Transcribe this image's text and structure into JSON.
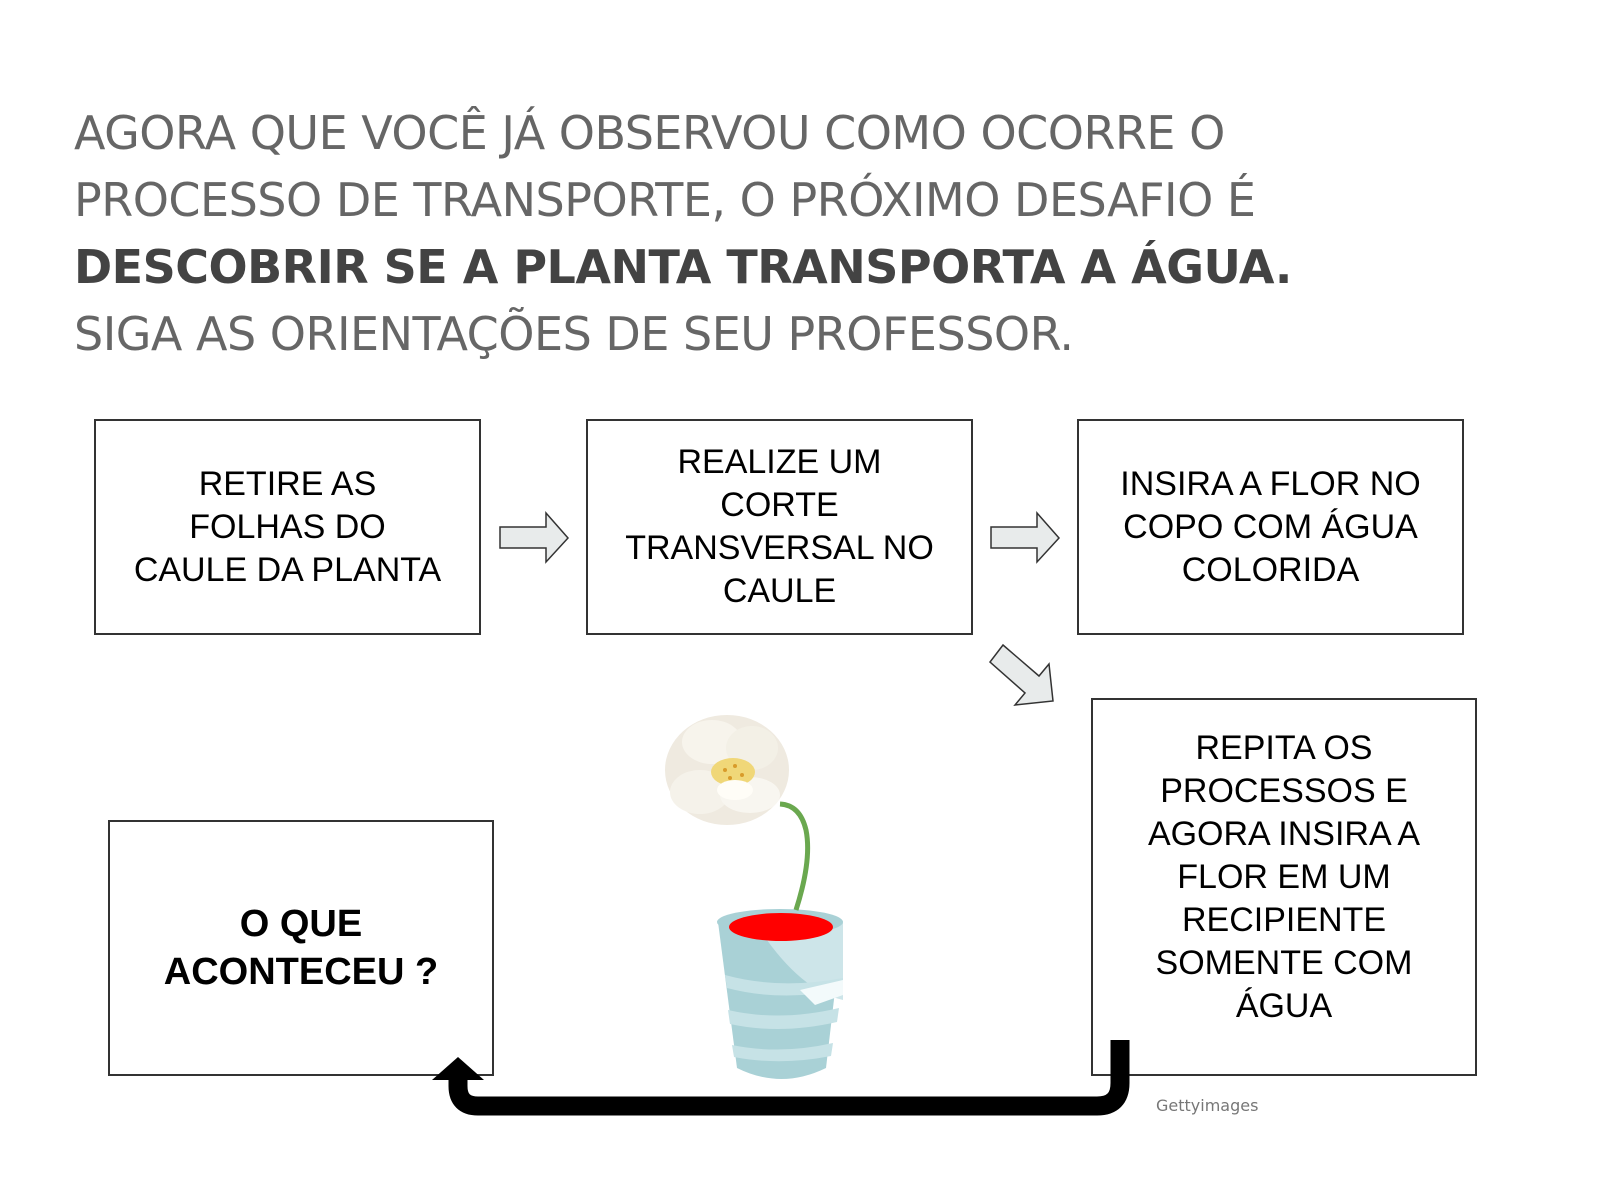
{
  "heading": {
    "line1": "AGORA QUE VOCÊ JÁ OBSERVOU COMO OCORRE O",
    "line2": "PROCESSO DE TRANSPORTE, O PRÓXIMO DESAFIO É",
    "line3_bold": "DESCOBRIR SE A PLANTA TRANSPORTA A ÁGUA.",
    "line4": "SIGA AS ORIENTAÇÕES DE SEU PROFESSOR."
  },
  "steps": [
    {
      "text": "RETIRE AS\nFOLHAS DO\nCAULE DA PLANTA"
    },
    {
      "text": "REALIZE UM\nCORTE\nTRANSVERSAL NO\nCAULE"
    },
    {
      "text": "INSIRA A FLOR NO\nCOPO COM ÁGUA\nCOLORIDA"
    },
    {
      "text": "REPITA OS\nPROCESSOS E\nAGORA INSIRA A\nFLOR EM UM\nRECIPIENTE\nSOMENTE COM\nÁGUA"
    },
    {
      "text": "O QUE\nACONTECEU ?"
    }
  ],
  "image_credit": "Gettyimages",
  "colors": {
    "arrow_fill": "#e8ebeb",
    "water": "#ff0000",
    "stem": "#6aa84f",
    "cup": "#a9d1d6"
  }
}
